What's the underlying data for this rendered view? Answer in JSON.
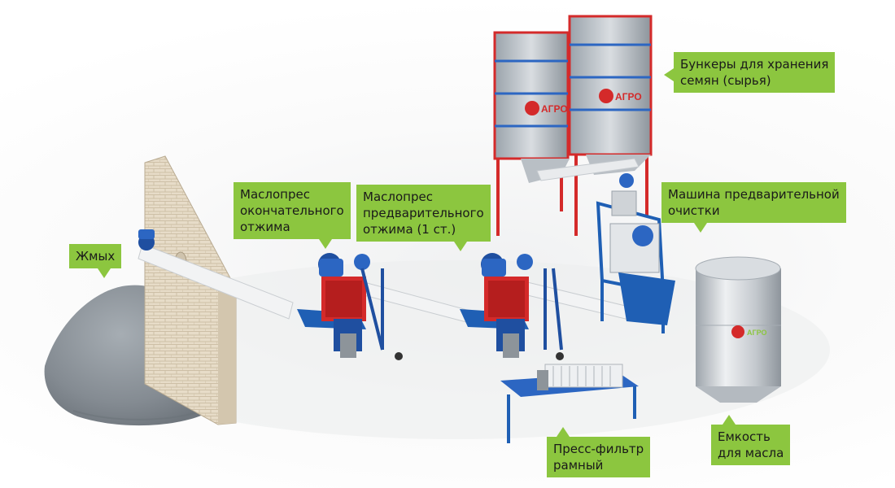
{
  "labels": {
    "bunkers": [
      "Бункеры для хранения",
      "семян (сырья)"
    ],
    "precleaner": [
      "Машина предварительной",
      "очистки"
    ],
    "press_final": [
      "Маслопрес",
      "окончательного",
      "отжима"
    ],
    "press_pre": [
      "Маслопрес",
      "предварительного",
      "отжима (1 ст.)"
    ],
    "cake": [
      "Жмых"
    ],
    "filter": [
      "Пресс-фильтр",
      "рамный"
    ],
    "tank": [
      "Емкость",
      "для масла"
    ]
  },
  "brand": {
    "logo_text": "АГРО"
  },
  "colors": {
    "label_bg": "#8cc63f",
    "frame_red": "#d42a2a",
    "steel_blue": "#1f5fb4",
    "cake_grey": "#8a929a"
  }
}
